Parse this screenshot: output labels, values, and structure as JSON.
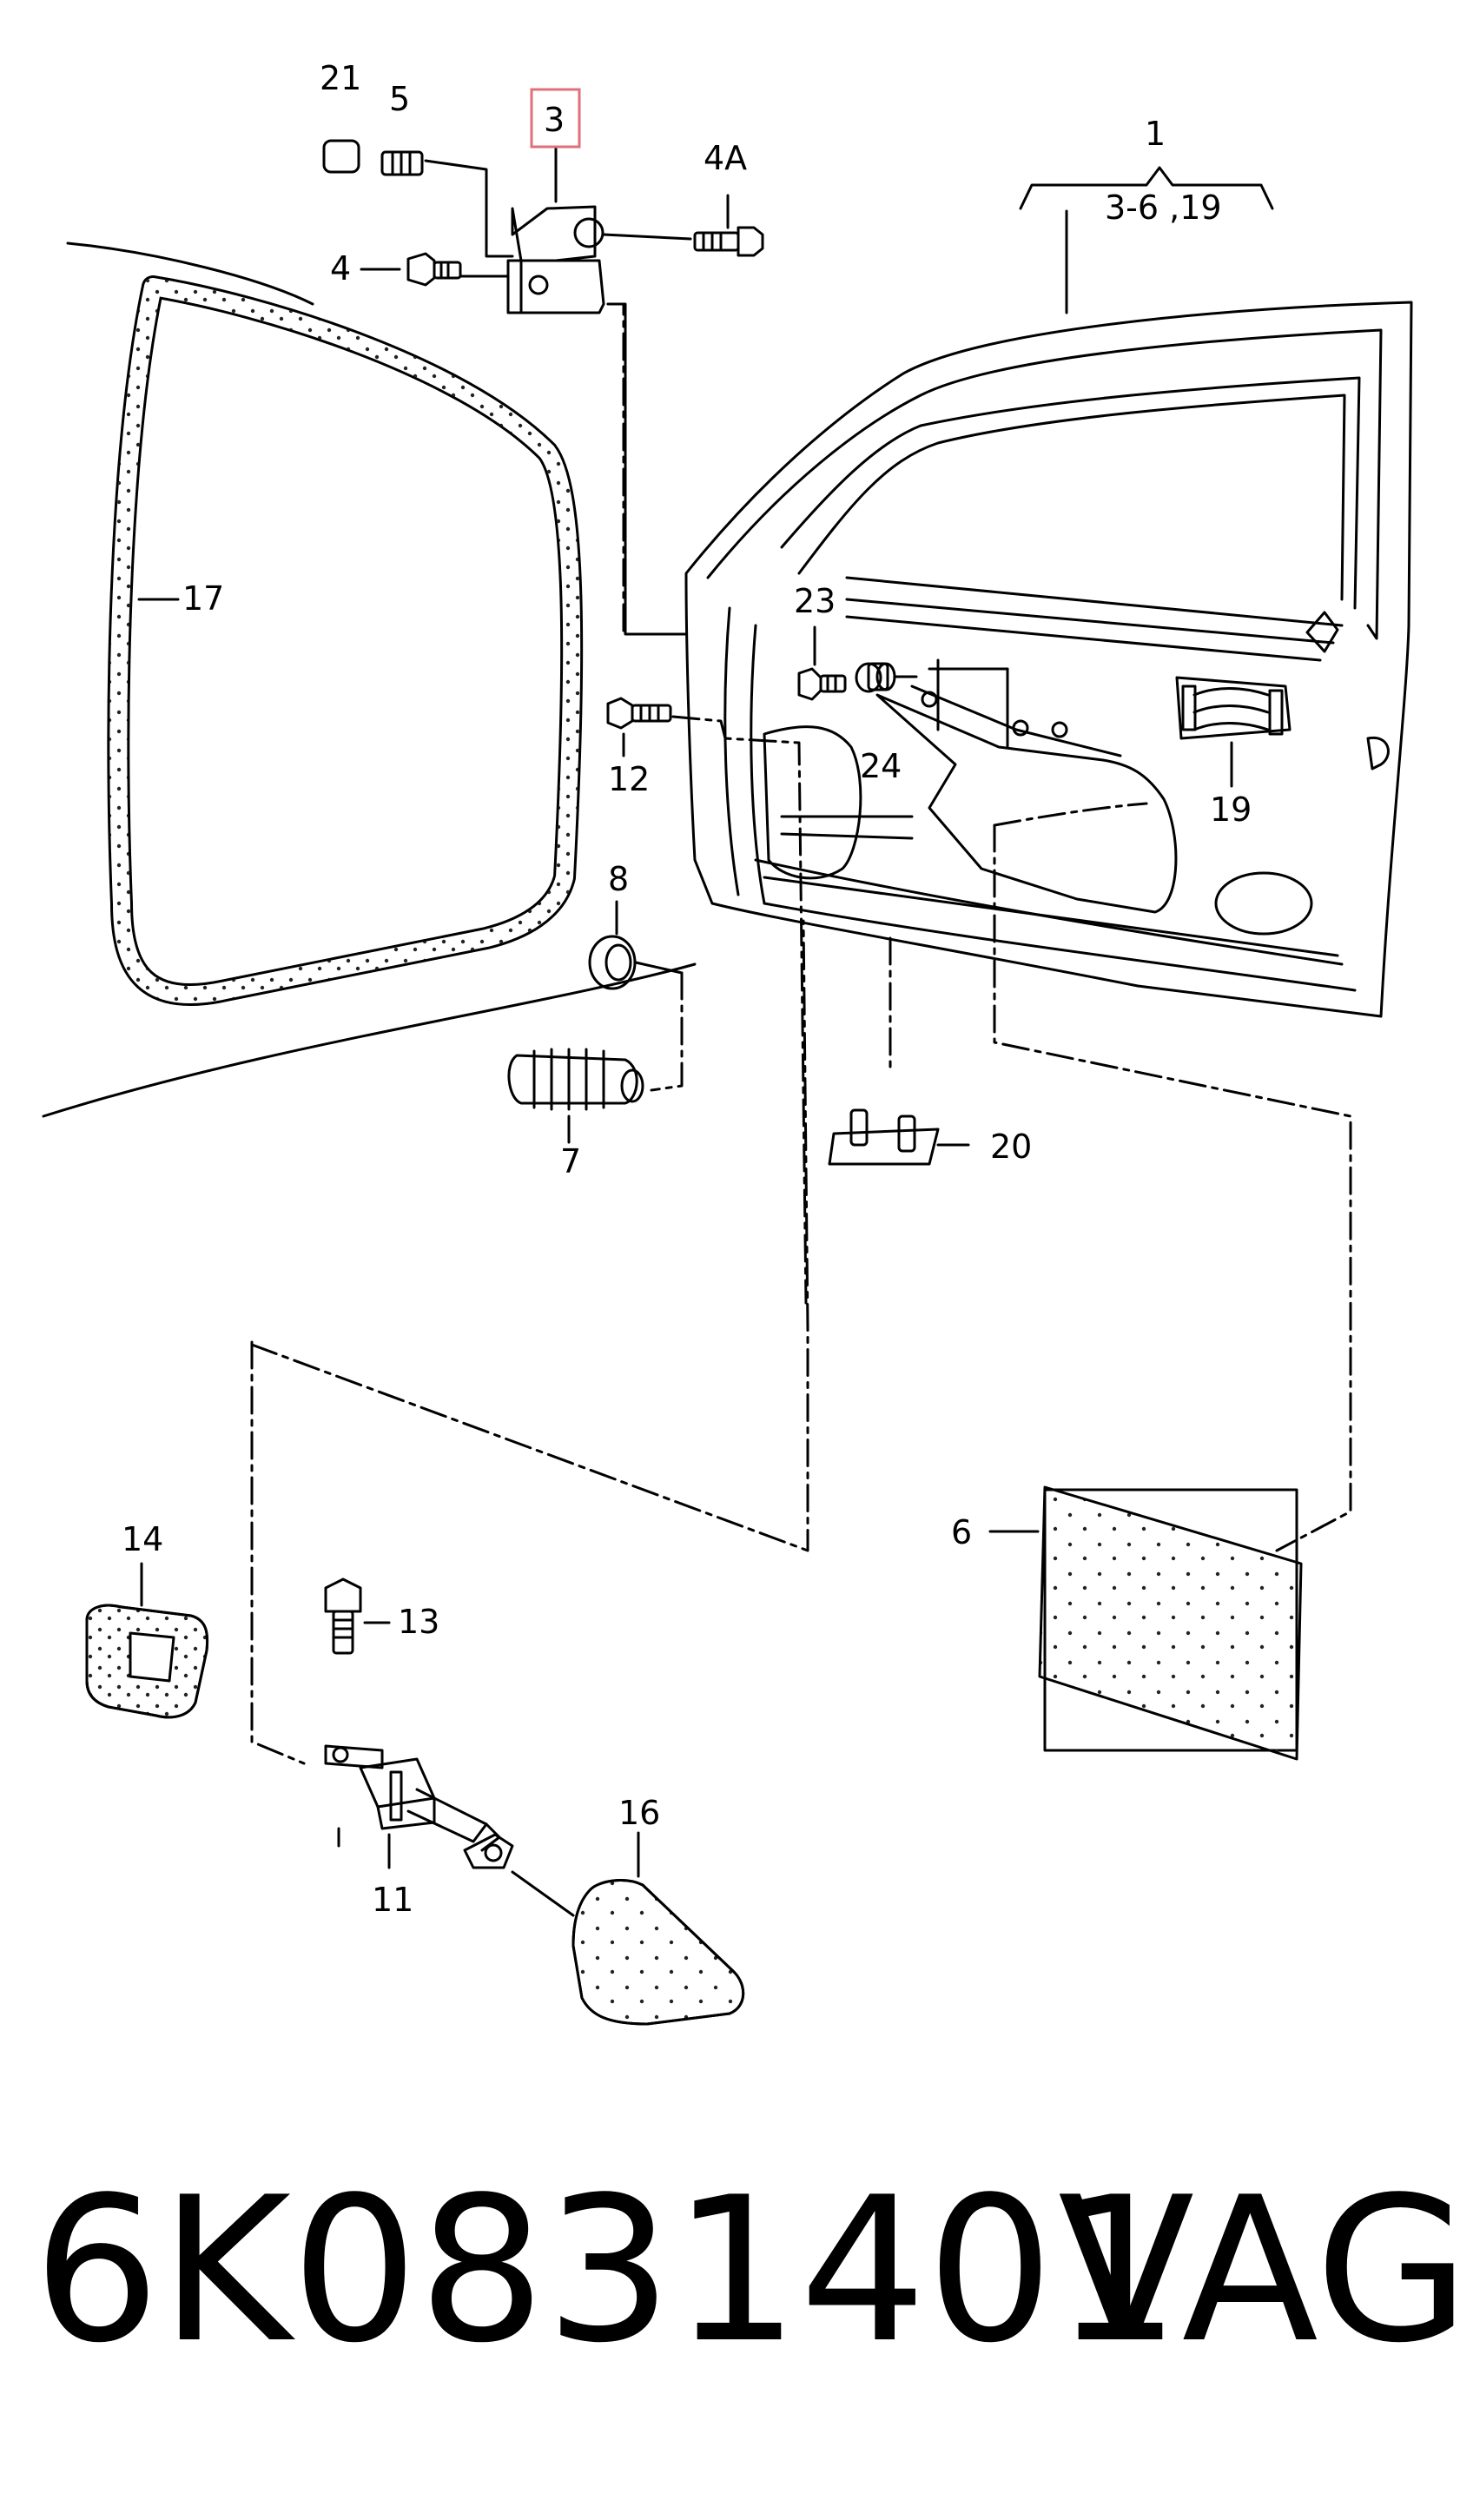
{
  "callouts": {
    "c1": "1",
    "c1_range": "3-6 ,19",
    "c3": "3",
    "c4": "4",
    "c4a": "4A",
    "c5": "5",
    "c6": "6",
    "c7": "7",
    "c8": "8",
    "c11": "11",
    "c12": "12",
    "c13": "13",
    "c14": "14",
    "c16": "16",
    "c17": "17",
    "c19": "19",
    "c20": "20",
    "c21": "21",
    "c23": "23",
    "c24": "24"
  },
  "highlight_color": "#e0707a",
  "footer": {
    "part_number": "6K0831401",
    "brand": "VAG"
  }
}
